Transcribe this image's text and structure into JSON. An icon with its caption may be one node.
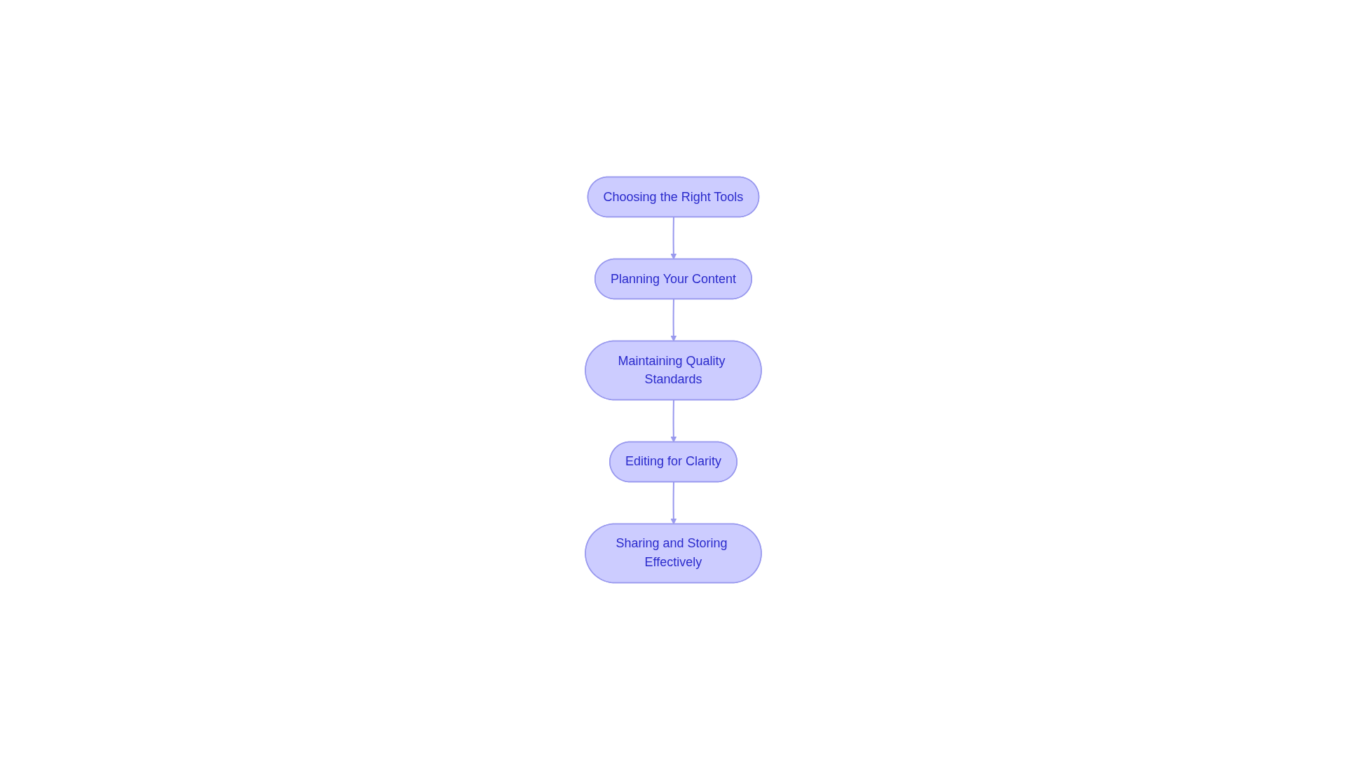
{
  "diagram": {
    "nodes": [
      {
        "text": [
          "Choosing the Right Tools"
        ]
      },
      {
        "text": [
          "Planning Your Content"
        ]
      },
      {
        "text": [
          "Maintaining Quality Standards"
        ]
      },
      {
        "text": [
          "Editing for Clarity"
        ]
      },
      {
        "text": [
          "Sharing and Storing Effectively"
        ]
      }
    ],
    "edges": [
      {
        "from": 0,
        "to": 1,
        "arrow": "to"
      },
      {
        "from": 1,
        "to": 2,
        "arrow": "to"
      },
      {
        "from": 2,
        "to": 3,
        "arrow": "to"
      },
      {
        "from": 3,
        "to": 4,
        "arrow": "to"
      }
    ]
  }
}
